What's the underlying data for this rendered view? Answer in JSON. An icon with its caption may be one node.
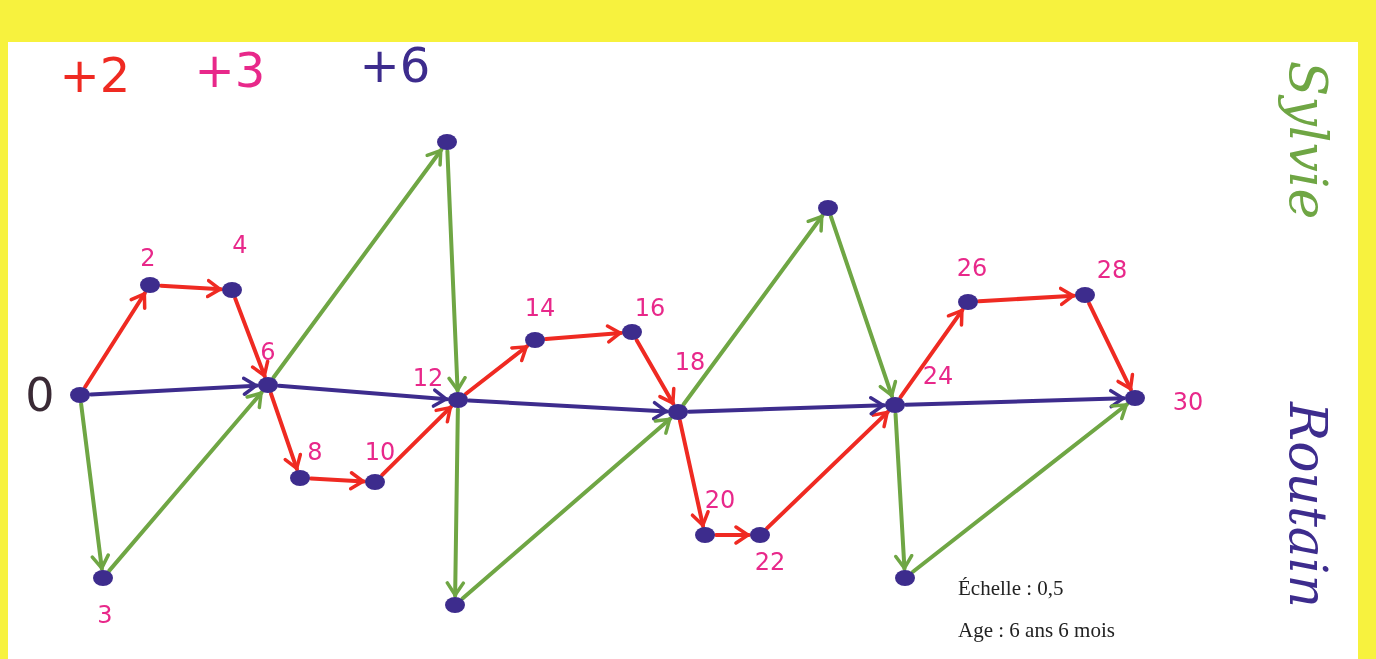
{
  "diagram": {
    "nodes": [
      {
        "text": [],
        "shape": "circle",
        "beside": [
          "0"
        ]
      },
      {
        "text": [],
        "shape": "circle",
        "beside": [
          "2"
        ]
      },
      {
        "text": [],
        "shape": "circle",
        "beside": [
          "3"
        ]
      },
      {
        "text": [],
        "shape": "circle",
        "beside": [
          "4"
        ]
      },
      {
        "text": [],
        "shape": "circle",
        "beside": [
          "6"
        ]
      },
      {
        "text": [],
        "shape": "circle",
        "beside": [
          "8"
        ]
      },
      {
        "text": [],
        "shape": "circle"
      },
      {
        "text": [],
        "shape": "circle",
        "beside": [
          "10"
        ]
      },
      {
        "text": [],
        "shape": "circle",
        "beside": [
          "12"
        ]
      },
      {
        "text": [],
        "shape": "circle",
        "beside": [
          "14"
        ]
      },
      {
        "text": [],
        "shape": "circle"
      },
      {
        "text": [],
        "shape": "circle",
        "beside": [
          "16"
        ]
      },
      {
        "text": [],
        "shape": "circle",
        "beside": [
          "18"
        ]
      },
      {
        "text": [],
        "shape": "circle",
        "beside": [
          "20"
        ]
      },
      {
        "text": [],
        "shape": "circle"
      },
      {
        "text": [],
        "shape": "circle",
        "beside": [
          "22"
        ]
      },
      {
        "text": [],
        "shape": "circle",
        "beside": [
          "24"
        ]
      },
      {
        "text": [],
        "shape": "circle",
        "beside": [
          "26"
        ]
      },
      {
        "text": [],
        "shape": "circle"
      },
      {
        "text": [],
        "shape": "circle",
        "beside": [
          "28"
        ]
      },
      {
        "text": [],
        "shape": "circle",
        "beside": [
          "30"
        ]
      }
    ],
    "edges": [
      {
        "from": 0,
        "to": 1,
        "arrow": "to"
      },
      {
        "from": 1,
        "to": 3,
        "arrow": "to"
      },
      {
        "from": 3,
        "to": 4,
        "arrow": "to"
      },
      {
        "from": 4,
        "to": 5,
        "arrow": "to"
      },
      {
        "from": 5,
        "to": 7,
        "arrow": "to"
      },
      {
        "from": 7,
        "to": 8,
        "arrow": "to"
      },
      {
        "from": 8,
        "to": 9,
        "arrow": "to"
      },
      {
        "from": 9,
        "to": 11,
        "arrow": "to"
      },
      {
        "from": 11,
        "to": 12,
        "arrow": "to"
      },
      {
        "from": 12,
        "to": 13,
        "arrow": "to"
      },
      {
        "from": 13,
        "to": 15,
        "arrow": "to"
      },
      {
        "from": 15,
        "to": 16,
        "arrow": "to"
      },
      {
        "from": 16,
        "to": 17,
        "arrow": "to"
      },
      {
        "from": 17,
        "to": 19,
        "arrow": "to"
      },
      {
        "from": 19,
        "to": 20,
        "arrow": "to"
      },
      {
        "from": 0,
        "to": 4,
        "arrow": "to",
        "color": "#3d2c8d"
      },
      {
        "from": 4,
        "to": 8,
        "arrow": "to",
        "color": "#3d2c8d"
      },
      {
        "from": 8,
        "to": 12,
        "arrow": "to",
        "color": "#3d2c8d"
      },
      {
        "from": 12,
        "to": 16,
        "arrow": "to",
        "color": "#3d2c8d"
      },
      {
        "from": 16,
        "to": 20,
        "arrow": "to",
        "color": "#3d2c8d"
      },
      {
        "from": 0,
        "to": 2,
        "arrow": "to",
        "color": "#6fa644"
      },
      {
        "from": 2,
        "to": 4,
        "arrow": "to",
        "color": "#6fa644"
      },
      {
        "from": 4,
        "to": 6,
        "arrow": "to",
        "color": "#6fa644"
      },
      {
        "from": 6,
        "to": 8,
        "arrow": "to",
        "color": "#6fa644"
      },
      {
        "from": 8,
        "to": 10,
        "arrow": "to",
        "color": "#6fa644"
      },
      {
        "from": 10,
        "to": 12,
        "arrow": "to",
        "color": "#6fa644"
      },
      {
        "from": 12,
        "to": 14,
        "arrow": "to",
        "color": "#6fa644"
      },
      {
        "from": 14,
        "to": 16,
        "arrow": "to",
        "color": "#6fa644"
      },
      {
        "from": 16,
        "to": 18,
        "arrow": "to",
        "color": "#6fa644"
      },
      {
        "from": 18,
        "to": 20,
        "arrow": "to",
        "color": "#6fa644"
      }
    ],
    "labels": [
      "+2",
      "+3",
      "+6",
      "Sylvie",
      "Routain",
      "Échelle : 0,5",
      "Age : 6 ans 6 mois"
    ]
  }
}
